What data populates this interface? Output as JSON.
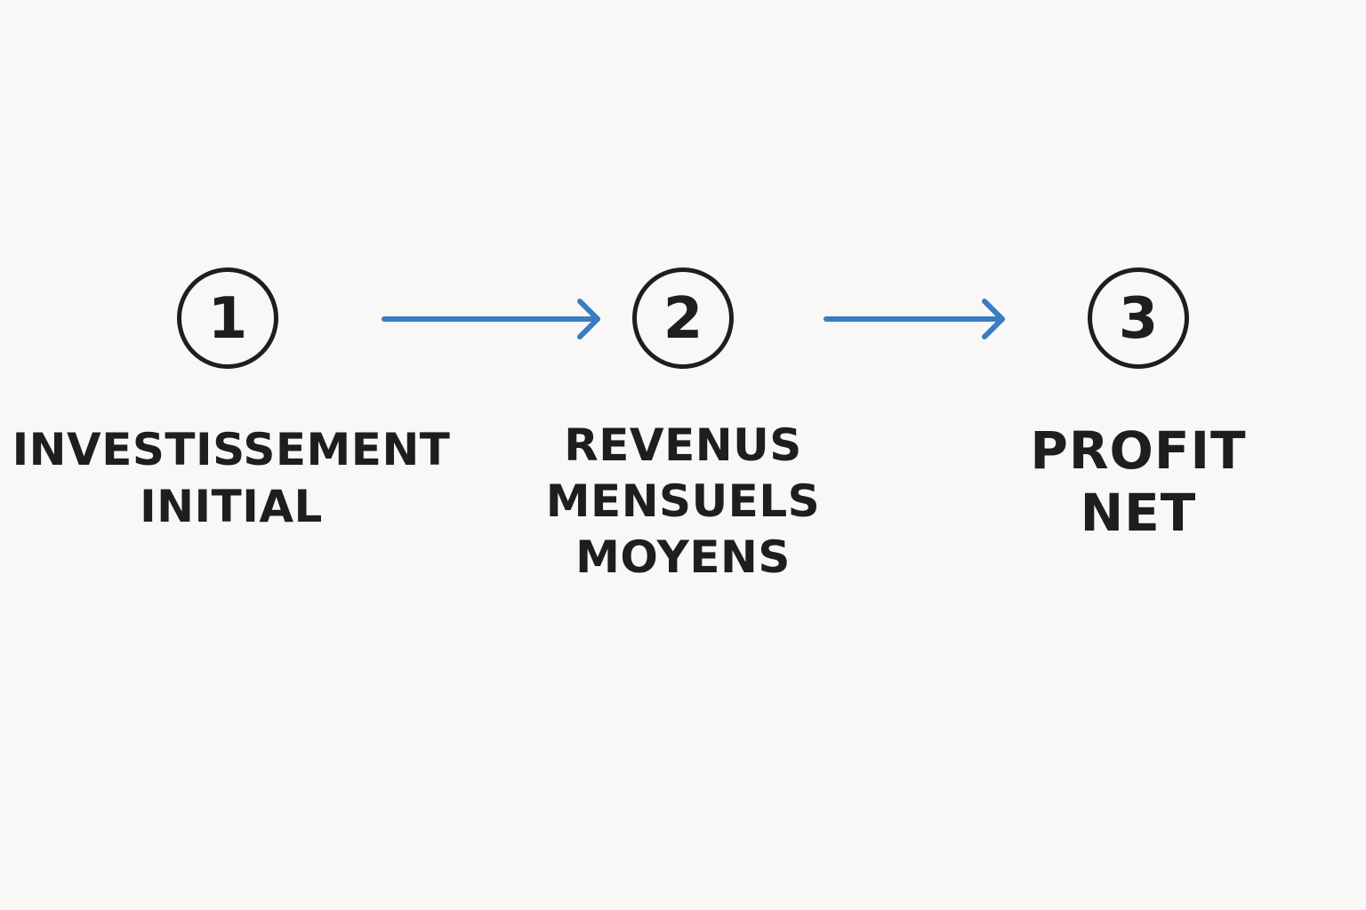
{
  "steps": [
    {
      "number": "1",
      "label_lines": [
        "INVESTISSEMENT",
        "INITIAL"
      ]
    },
    {
      "number": "2",
      "label_lines": [
        "REVENUS",
        "MENSUELS",
        "MOYENS"
      ]
    },
    {
      "number": "3",
      "label_lines": [
        "PROFIT",
        "NET"
      ]
    }
  ],
  "colors": {
    "background": "#f9f8f6",
    "text": "#1e1e1e",
    "arrow": "#3a7cc4"
  },
  "icons": [
    "right-arrow-icon",
    "right-arrow-icon"
  ]
}
